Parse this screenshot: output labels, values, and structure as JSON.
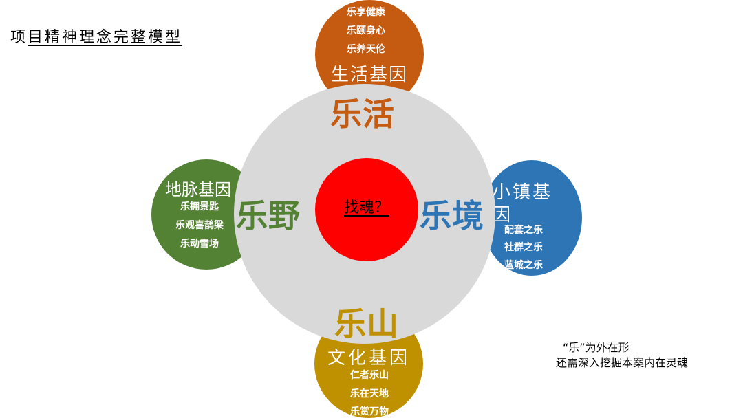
{
  "title": {
    "prefix": "项",
    "underlined": "目精神理念完整模型"
  },
  "top": {
    "items": [
      "乐享健康",
      "乐颐身心",
      "乐养天伦"
    ],
    "gene": "生活基因",
    "label": "乐活",
    "color": "#C55A11"
  },
  "left": {
    "gene": "地脉基因",
    "items": [
      "乐拥景匙",
      "乐观喜鹊梁",
      "乐动雪场"
    ],
    "label": "乐野",
    "color": "#548235"
  },
  "right": {
    "gene_line1": "小镇基",
    "gene_line2": "因",
    "items": [
      "配套之乐",
      "社群之乐",
      "蓝城之乐"
    ],
    "label": "乐境",
    "color": "#2E75B6"
  },
  "bottom": {
    "label": "乐山",
    "gene": "文化基因",
    "items": [
      "仁者乐山",
      "乐在天地",
      "乐赏万物"
    ],
    "color": "#BF9000"
  },
  "center": {
    "text": "找魂？",
    "color": "#FF0000"
  },
  "note": {
    "line1": "“乐”为外在形",
    "line2": "还需深入挖掘本案内在灵魂"
  }
}
